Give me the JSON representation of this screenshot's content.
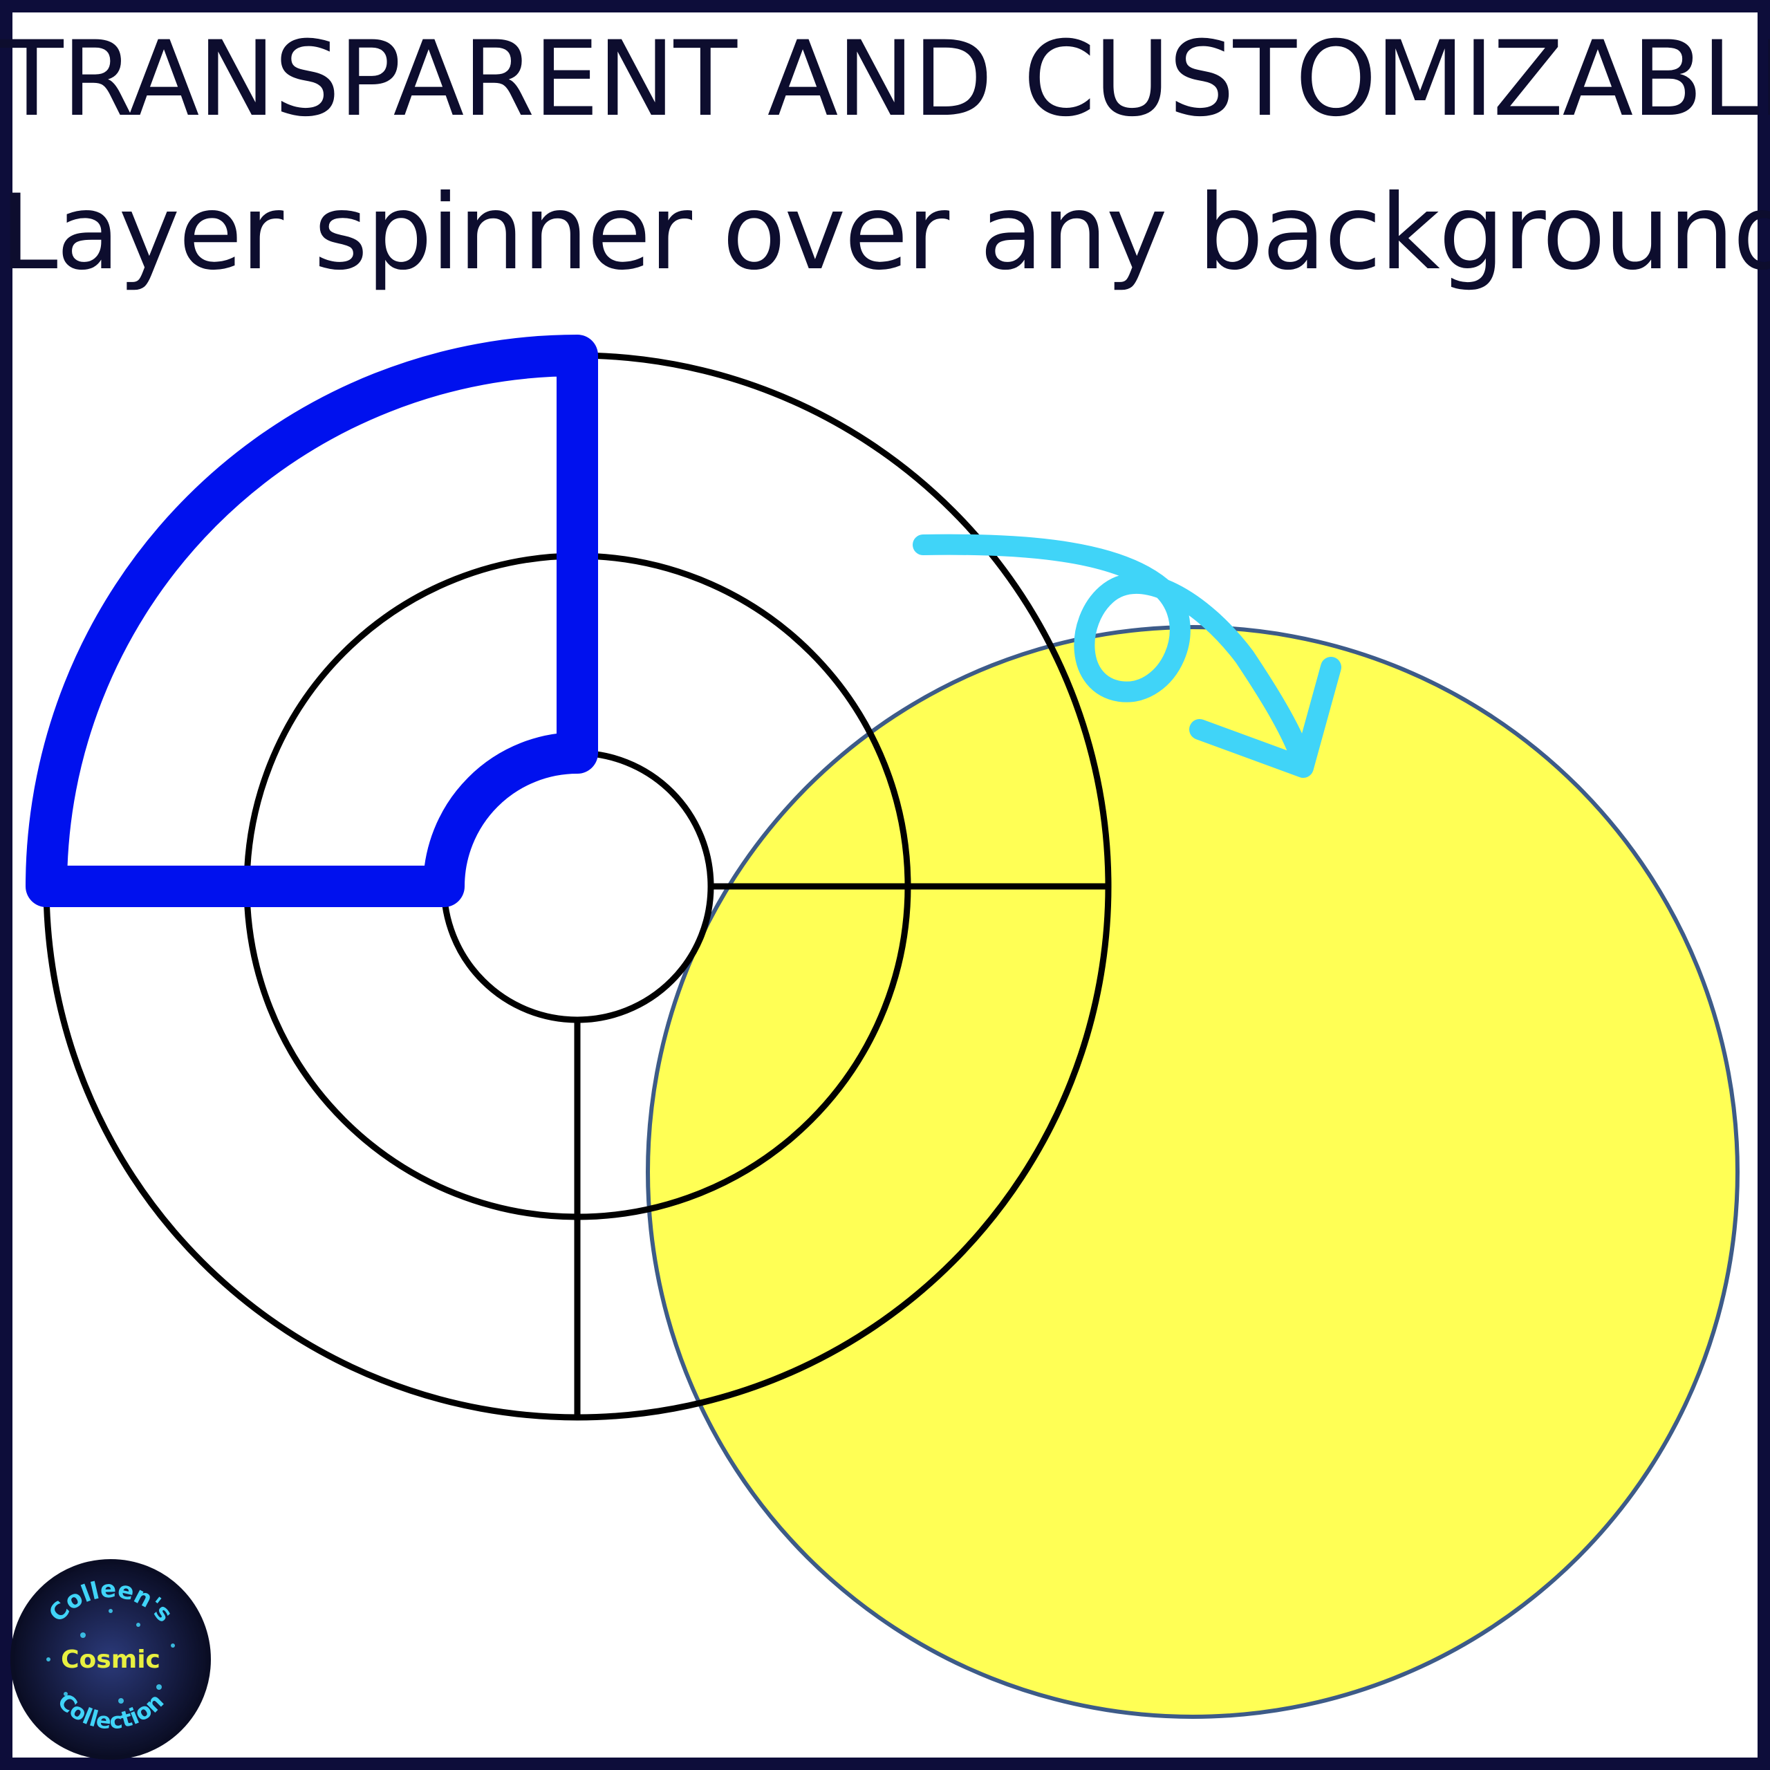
{
  "headline": {
    "line1": "TRANSPARENT AND CUSTOMIZABLE",
    "line2": "Layer spinner over any background!"
  },
  "logo": {
    "top": "Colleen's",
    "middle": "Cosmic",
    "bottom": "Collection"
  },
  "colors": {
    "frame": "#0d0d3a",
    "highlight": "#0011ee",
    "background_circle": "#ffff55",
    "arrow": "#40d4f8",
    "spinner_lines": "#000000"
  },
  "icons": [
    "spin-arrow-icon",
    "logo-badge-icon"
  ]
}
